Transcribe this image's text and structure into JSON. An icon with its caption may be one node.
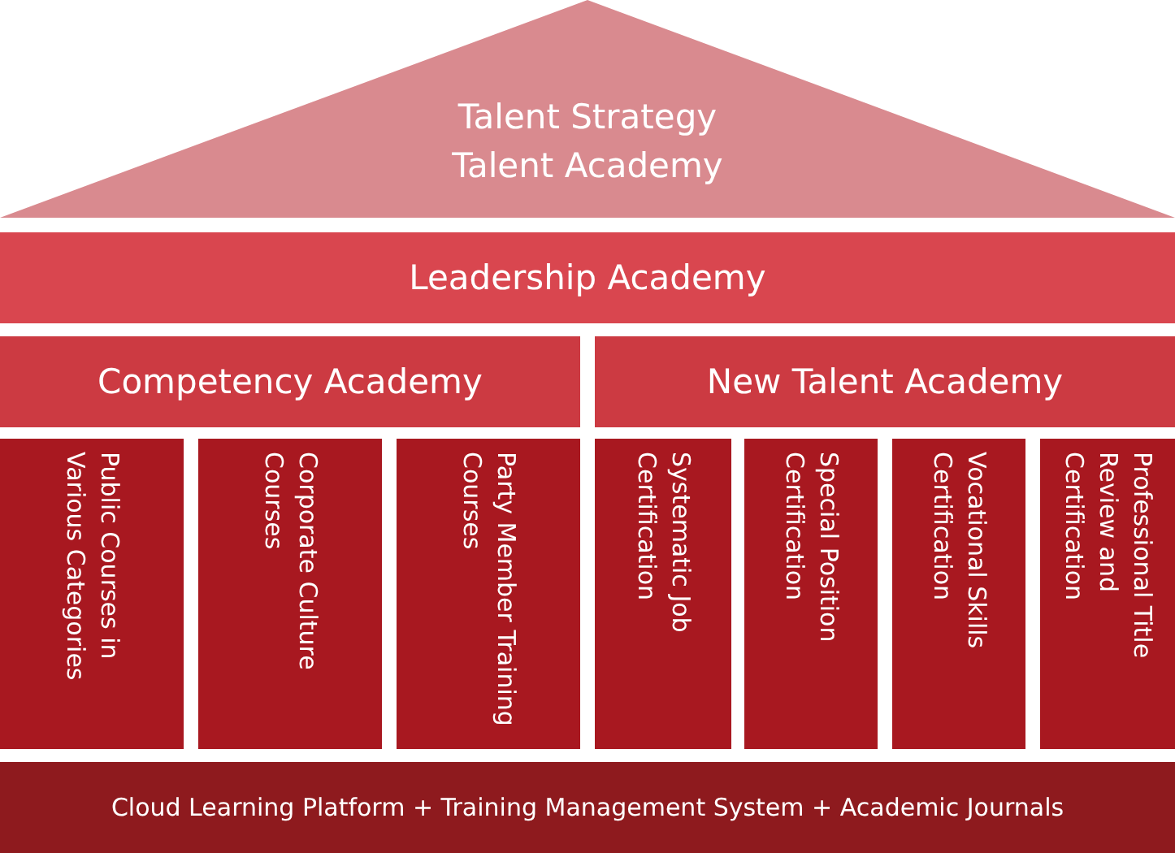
{
  "diagram": {
    "nodes": [
      {
        "text": [
          "Talent Strategy",
          "Talent Academy"
        ]
      },
      {
        "text": [
          "Leadership Academy"
        ]
      },
      {
        "text": [
          "Competency Academy"
        ]
      },
      {
        "text": [
          "New Talent Academy"
        ]
      },
      {
        "text": [
          "Public Courses in Various Categories"
        ]
      },
      {
        "text": [
          "Corporate Culture Courses"
        ]
      },
      {
        "text": [
          "Party Member Training Courses"
        ]
      },
      {
        "text": [
          "Systematic Job Certification"
        ]
      },
      {
        "text": [
          "Special Position Certification"
        ]
      },
      {
        "text": [
          "Vocational Skills Certification"
        ]
      },
      {
        "text": [
          "Professional Title Review and Certification"
        ]
      },
      {
        "text": [
          "Cloud Learning Platform + Training Management System + Academic Journals"
        ]
      }
    ],
    "edges": []
  }
}
